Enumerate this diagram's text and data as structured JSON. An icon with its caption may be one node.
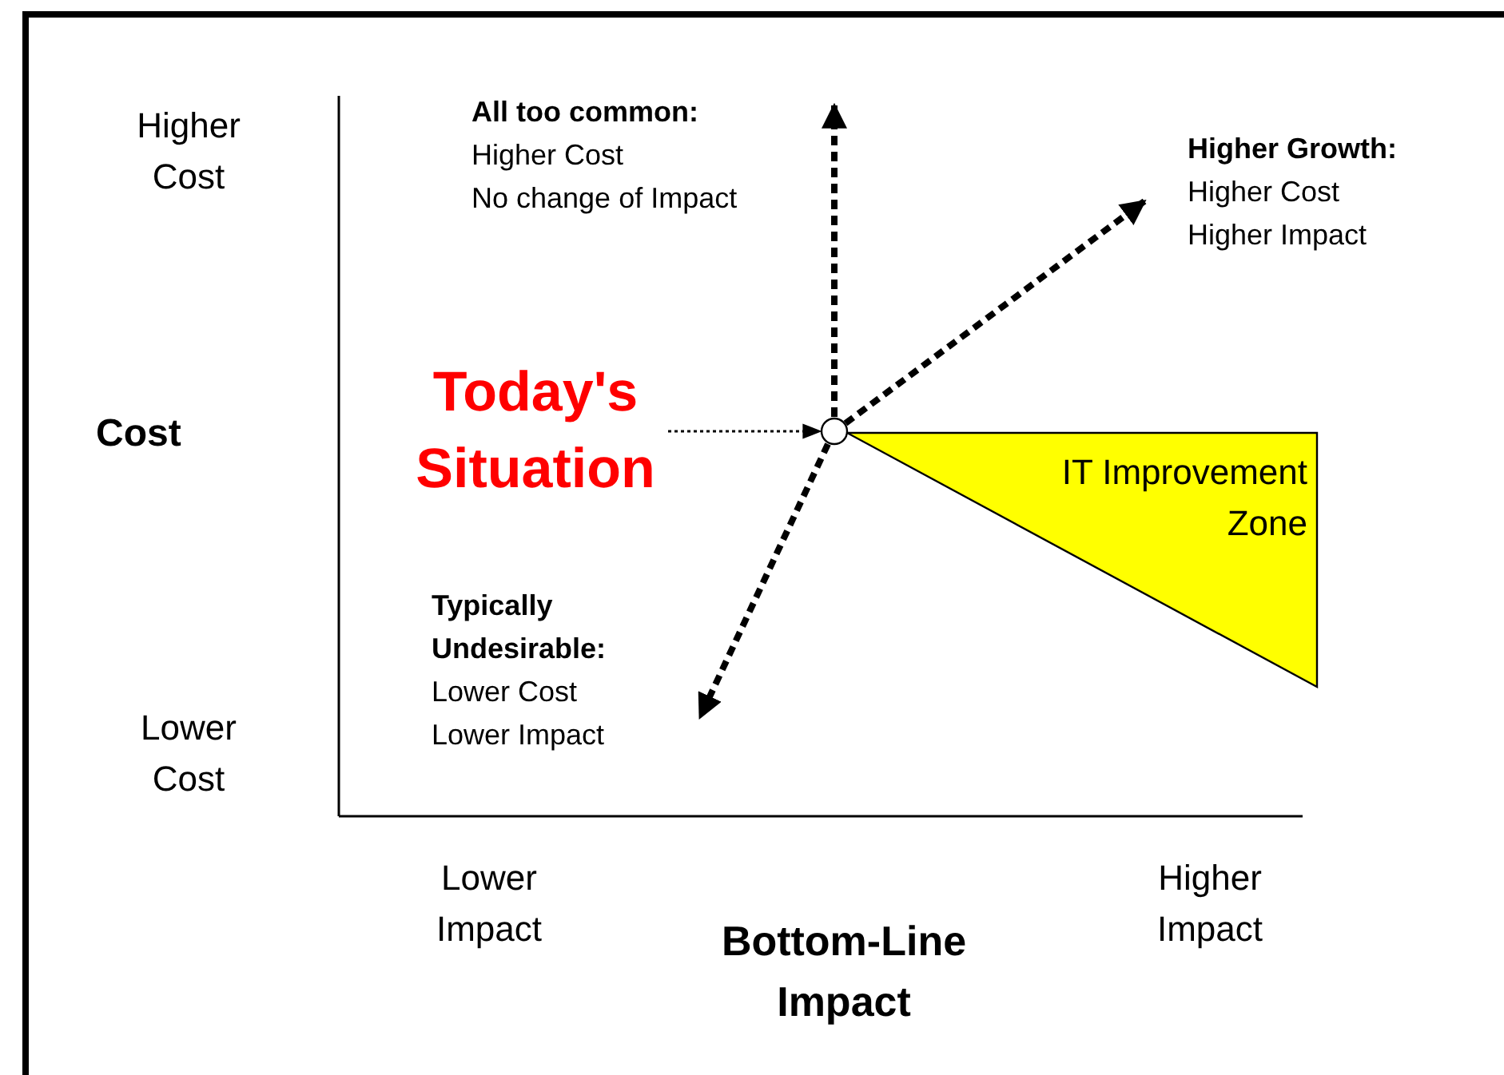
{
  "diagram": {
    "nodes": [
      {
        "text": [],
        "shape": "circle"
      },
      {
        "text": [
          "Today's Situation"
        ]
      },
      {
        "text": [
          "IT Improvement Zone"
        ]
      }
    ],
    "edges": [
      {
        "from": 1,
        "to": 0,
        "arrow": "to",
        "style": "dashed"
      },
      {
        "from": 0,
        "to": null,
        "arrow": "to",
        "style": "dashed"
      },
      {
        "from": 0,
        "to": null,
        "arrow": "to",
        "style": "dashed"
      },
      {
        "from": 0,
        "to": null,
        "arrow": "to",
        "style": "dashed"
      }
    ],
    "labels": [
      "Higher Cost",
      "All too common:",
      "Higher Cost",
      "No change of Impact",
      "Higher Growth:",
      "Higher Cost",
      "Higher Impact",
      "Cost",
      "Typically Undesirable:",
      "Lower Cost",
      "Lower Impact",
      "Lower Cost",
      "Lower Impact",
      "Higher Impact",
      "Bottom-Line Impact"
    ]
  }
}
